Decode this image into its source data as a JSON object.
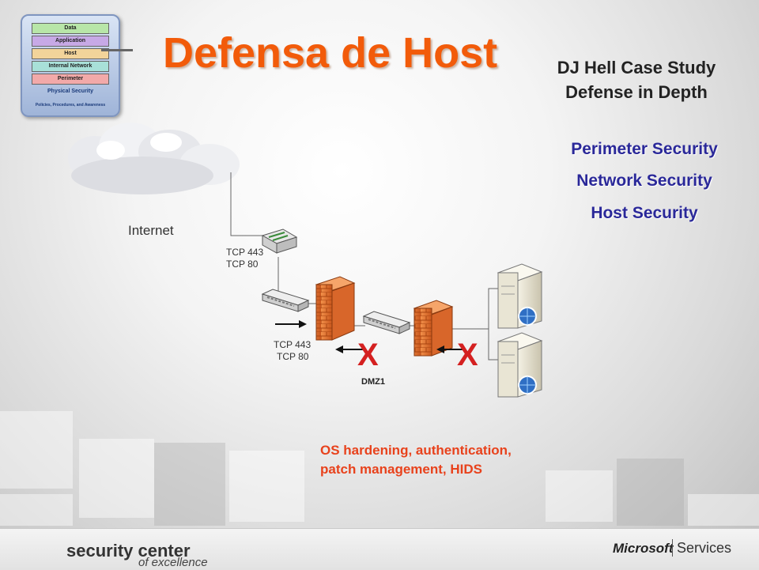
{
  "title": "Defensa de Host",
  "case_study": {
    "line1": "DJ Hell Case Study",
    "line2": "Defense in Depth"
  },
  "security_list": [
    "Perimeter Security",
    "Network Security",
    "Host Security"
  ],
  "layer_model": {
    "layers": [
      "Data",
      "Application",
      "Host",
      "Internal Network",
      "Perimeter"
    ],
    "physical": "Physical Security",
    "policies": "Policies, Procedures, and Awareness"
  },
  "diagram": {
    "internet_label": "Internet",
    "tcp_top": [
      "TCP 443",
      "TCP 80"
    ],
    "tcp_bottom": [
      "TCP 443",
      "TCP 80"
    ],
    "dmz_label": "DMZ1",
    "blocked_marker": "X"
  },
  "description": [
    "OS hardening, authentication,",
    "patch management, HIDS"
  ],
  "footer": {
    "brand_line1": "security center",
    "brand_line2": "of excellence",
    "ms_logo": "Microsoft",
    "ms_services": "Services"
  },
  "colors": {
    "title": "#f25b0a",
    "list": "#2a2899",
    "description": "#e8421c",
    "firewall": "#e8742c",
    "blocked": "#d42020"
  }
}
